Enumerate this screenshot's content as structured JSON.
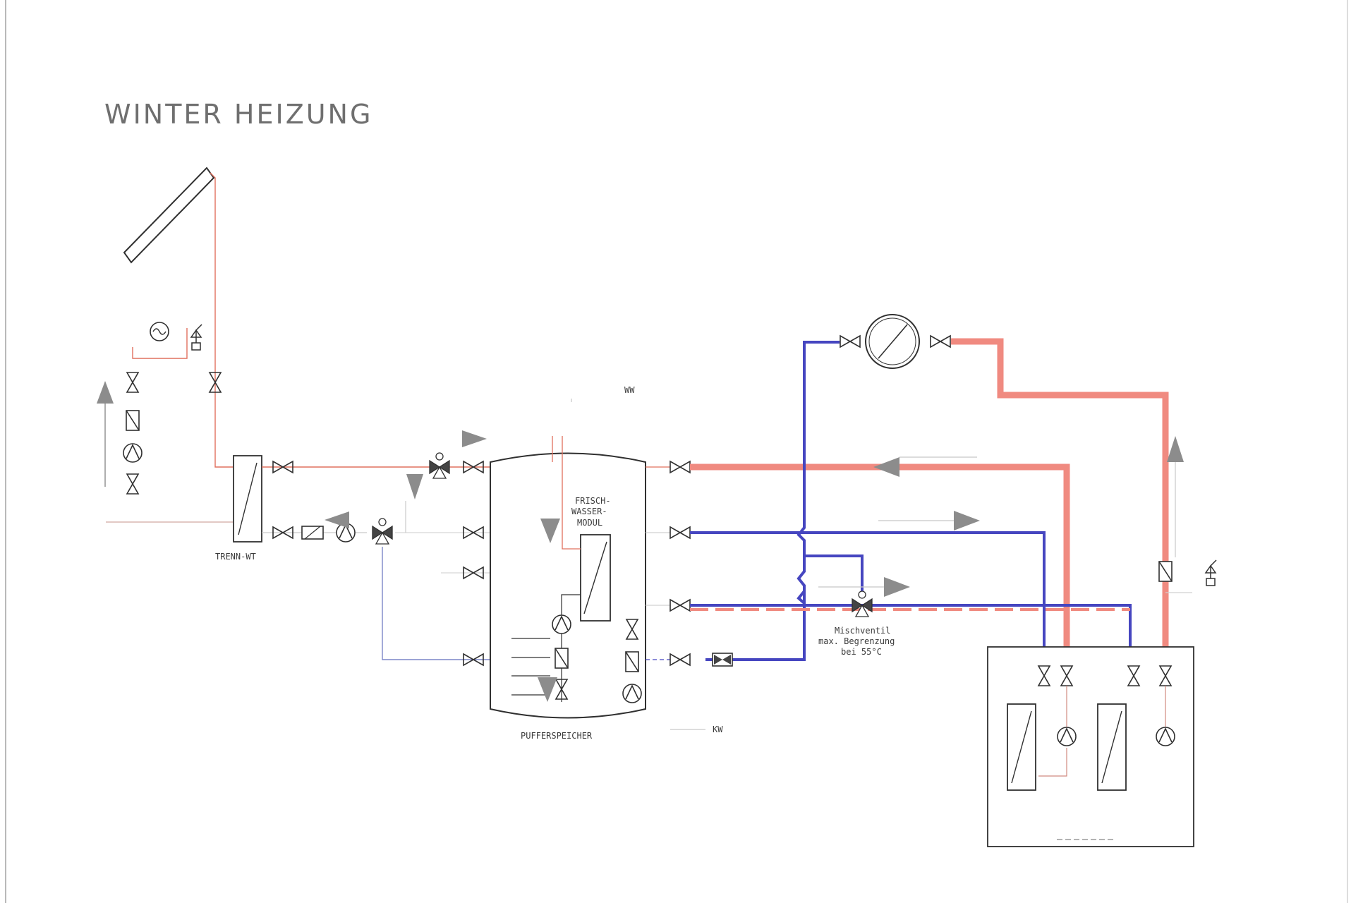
{
  "title": "WINTER HEIZUNG",
  "labels": {
    "trenn_wt": "TRENN-WT",
    "frischwasser_1": "FRISCH-",
    "frischwasser_2": "WASSER-",
    "frischwasser_3": "MODUL",
    "pufferspeicher": "PUFFERSPEICHER",
    "ww": "WW",
    "kw": "KW",
    "mischventil_1": "Mischventil",
    "mischventil_2": "max. Begrenzung",
    "mischventil_3": "bei 55°C"
  },
  "colors": {
    "hot": "#f08a80",
    "hot_thin": "#e0705e",
    "cold": "#4646c0",
    "cold_thin": "#7c86c8",
    "arrow": "#8c8c8c",
    "line": "#303030"
  }
}
